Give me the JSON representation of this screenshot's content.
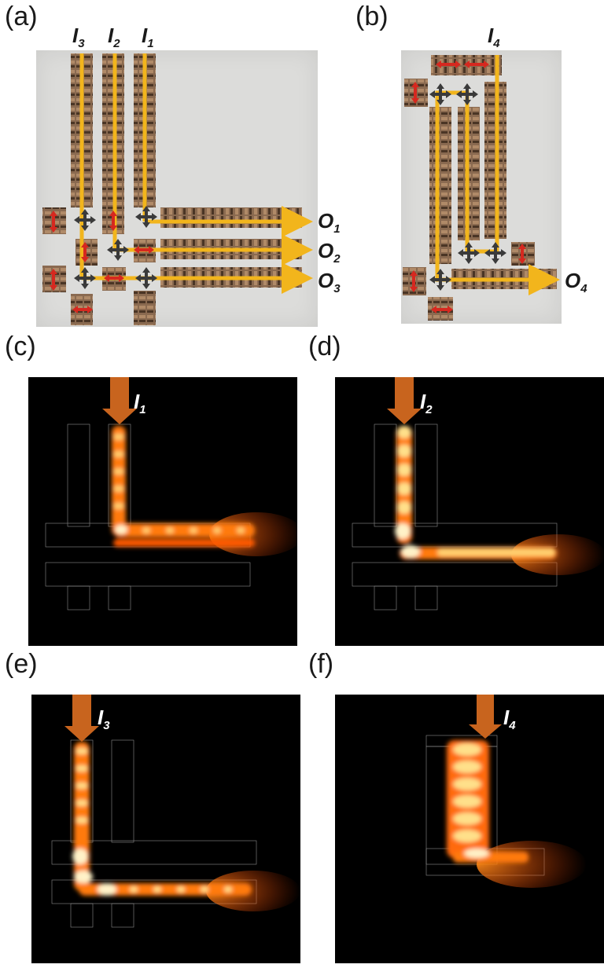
{
  "panels": {
    "a": {
      "label": "(a)",
      "inputs": [
        "I3",
        "I2",
        "I1"
      ],
      "outputs": [
        "O1",
        "O2",
        "O3"
      ]
    },
    "b": {
      "label": "(b)",
      "inputs": [
        "I4"
      ],
      "outputs": [
        "O4"
      ]
    },
    "c": {
      "label": "(c)",
      "input": "I1"
    },
    "d": {
      "label": "(d)",
      "input": "I2"
    },
    "e": {
      "label": "(e)",
      "input": "I3"
    },
    "f": {
      "label": "(f)",
      "input": "I4"
    }
  },
  "port_letters": {
    "input": "I",
    "output": "O"
  },
  "colors": {
    "path": "#f2b51c",
    "block": "#7a5c44",
    "red_arrow": "#d6281f",
    "cross_arrow": "#3a3a3a",
    "sim_arrow": "#c8641e",
    "field": "#ff9a1a"
  },
  "icons": {
    "cross": "four-way-arrow-icon",
    "red": "red-double-arrow-icon",
    "input": "down-arrow-icon"
  }
}
